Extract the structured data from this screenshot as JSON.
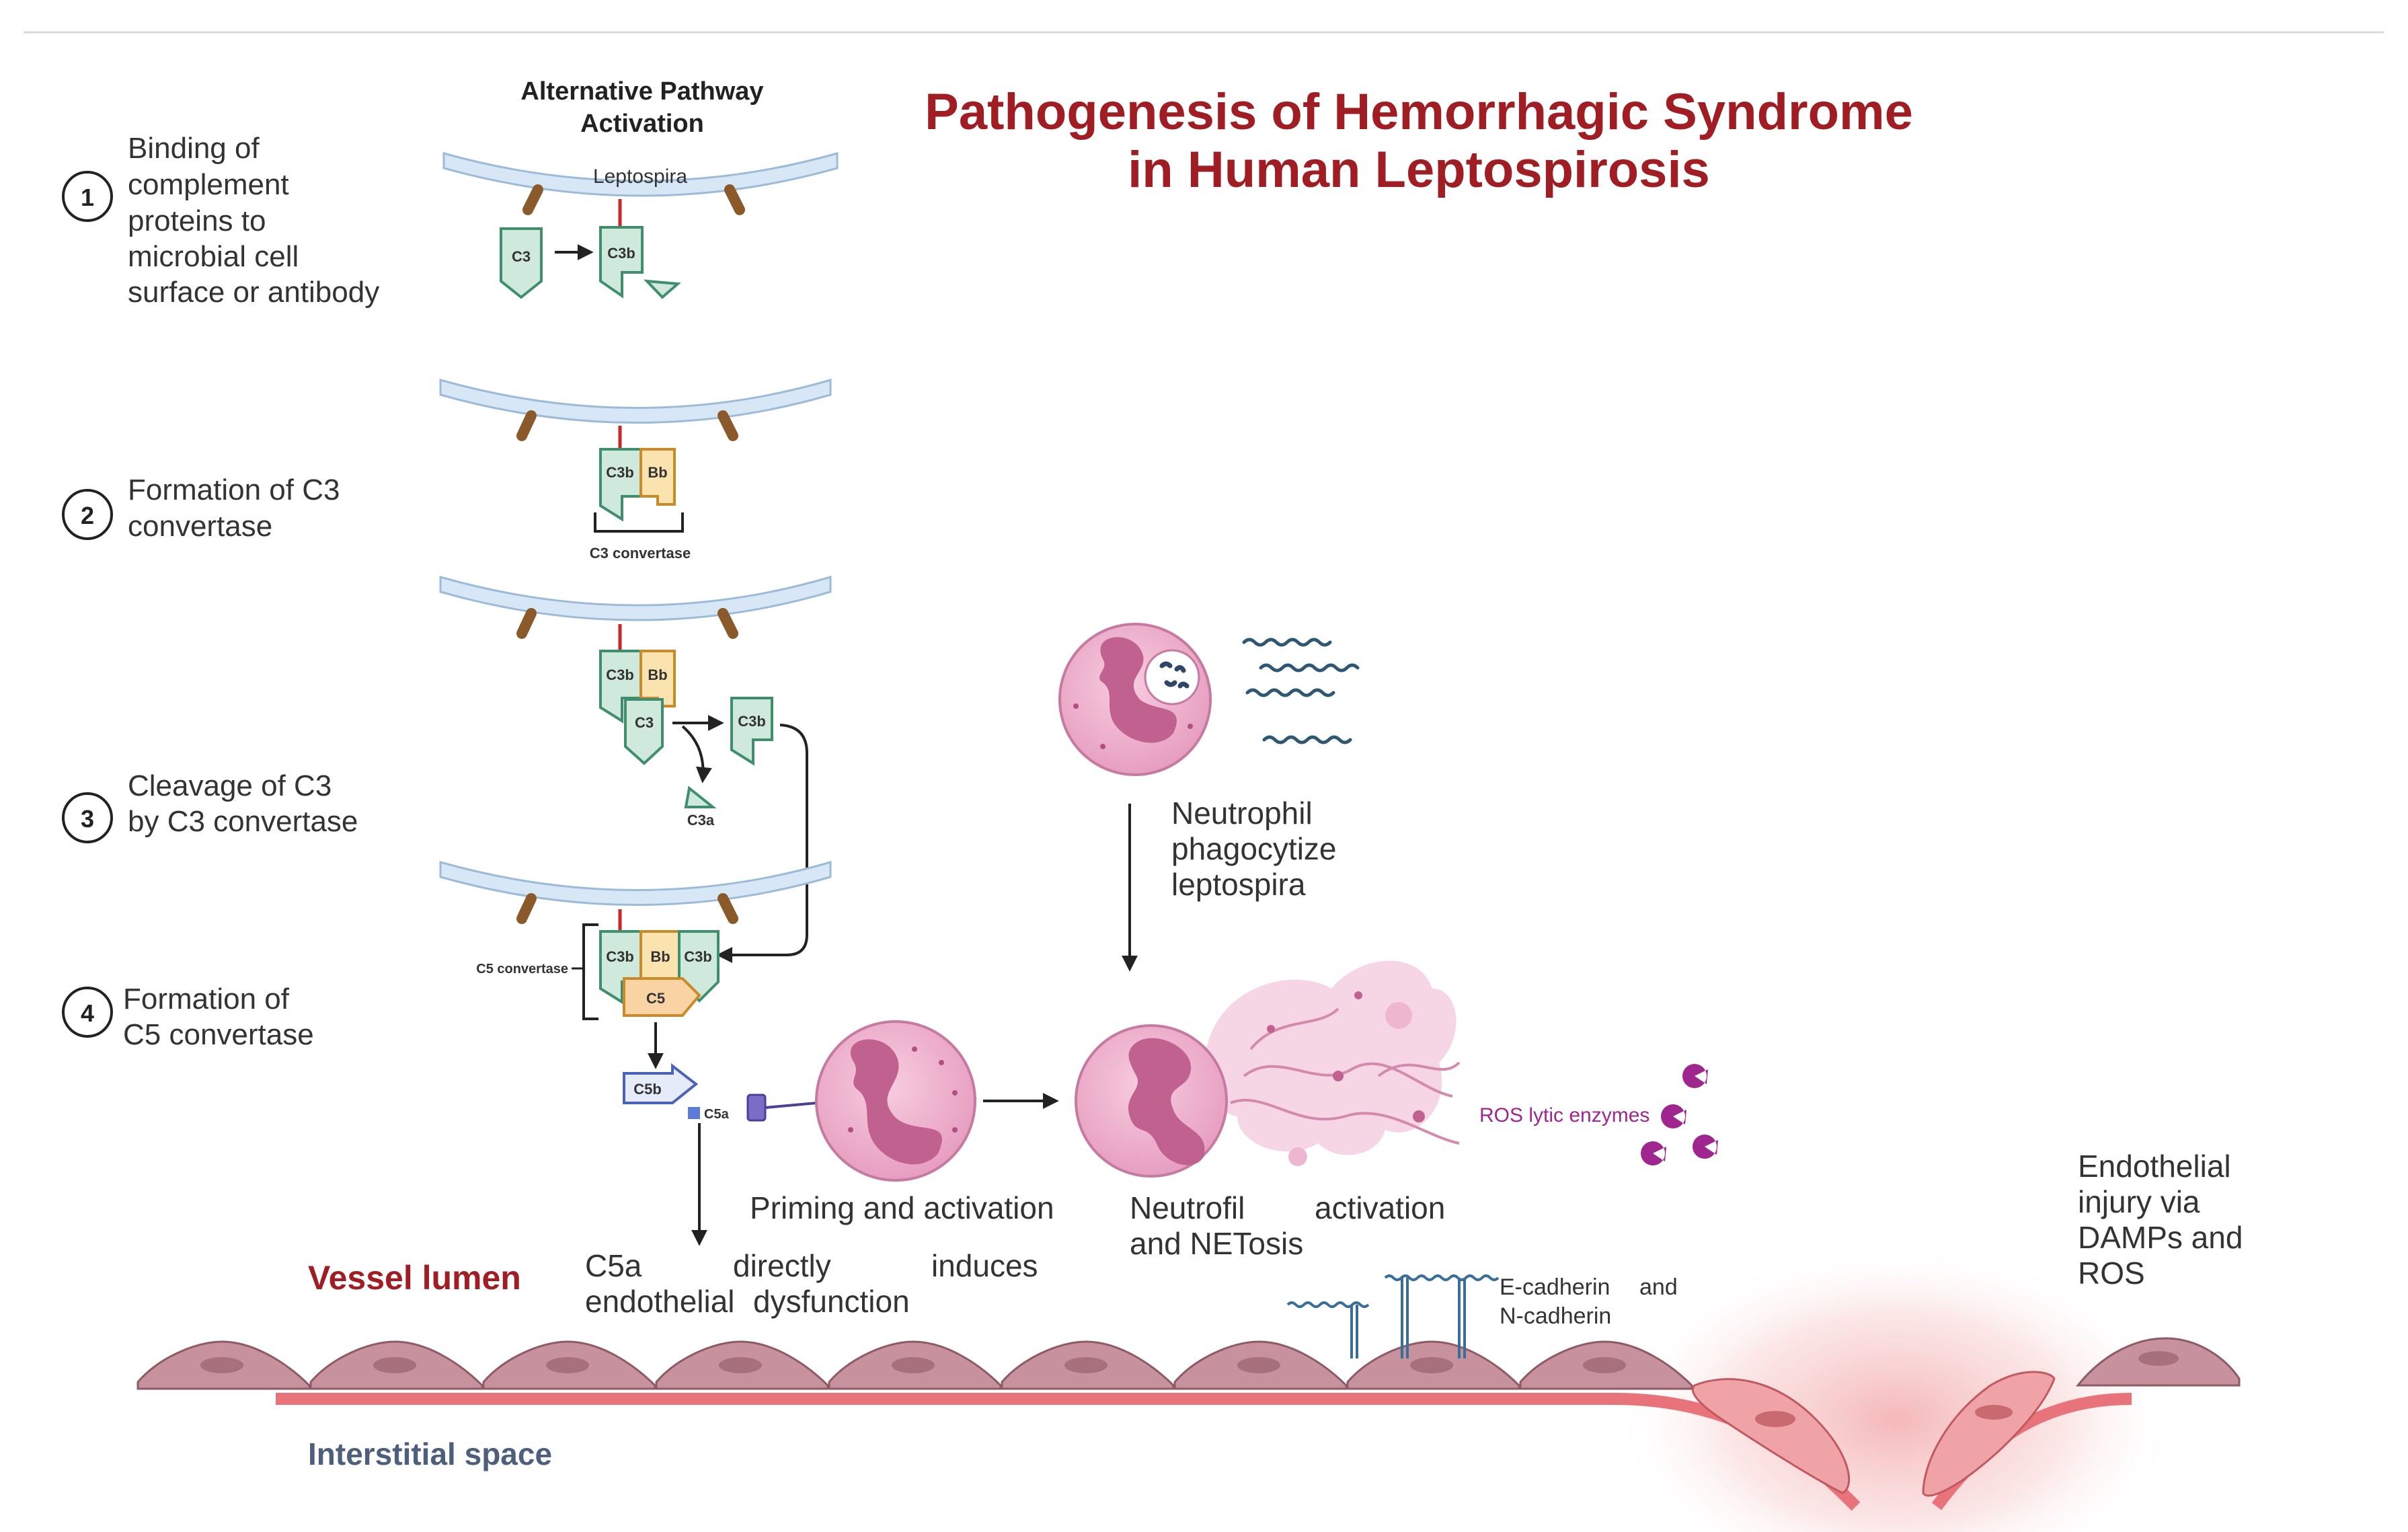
{
  "title": {
    "line1": "Pathogenesis of Hemorrhagic Syndrome",
    "line2": "in Human Leptospirosis"
  },
  "pathway_heading": {
    "line1": "Alternative Pathway",
    "line2": "Activation"
  },
  "steps": [
    {
      "number": "1",
      "lines": [
        "Binding of",
        "complement",
        "proteins to",
        "microbial cell",
        "surface or antibody"
      ]
    },
    {
      "number": "2",
      "lines": [
        "Formation of C3",
        "convertase"
      ]
    },
    {
      "number": "3",
      "lines": [
        "Cleavage of C3",
        "by C3 convertase"
      ]
    },
    {
      "number": "4",
      "lines": [
        "Formation of",
        "C5 convertase"
      ]
    }
  ],
  "molecules": {
    "leptospira": "Leptospira",
    "c3": "C3",
    "c3b": "C3b",
    "bb": "Bb",
    "c3a": "C3a",
    "c5": "C5",
    "c5a": "C5a",
    "c5b": "C5b",
    "c3_convertase": "C3 convertase",
    "c5_convertase": "C5 convertase"
  },
  "labels": {
    "neutrophil_phagocytize": [
      "Neutrophil",
      "phagocytize",
      "leptospira"
    ],
    "priming": "Priming and activation",
    "neutrofil_activation": [
      "Neutrofil",
      "activation",
      "and NETosis"
    ],
    "ros": "ROS lytic enzymes",
    "c5a_effect": [
      "C5a",
      "directly",
      "induces",
      "endothelial",
      "dysfunction"
    ],
    "cadherin": [
      "E-cadherin",
      "and",
      "N-cadherin"
    ],
    "endothelial_injury": [
      "Endothelial",
      "injury via",
      "DAMPs and",
      "ROS"
    ],
    "vessel_lumen": "Vessel lumen",
    "interstitial_space": "Interstitial space"
  },
  "colors": {
    "title": "#a11d24",
    "vessel_lumen": "#a11d24",
    "interstitial": "#4d5f7d",
    "ros": "#a0268f",
    "c3_fill": "#cfe9dc",
    "c3_stroke": "#3f8f6f",
    "bb_fill": "#fbe3b0",
    "bb_stroke": "#c98b2a",
    "c5_fill": "#f9d3a4",
    "c5b_fill": "#e6ebf9",
    "c5b_stroke": "#4a63b8",
    "neutrophil": "#eeb2cf",
    "nucleus": "#c0618f",
    "endothelial": "#c7919d",
    "membrane": "#d7e7f5"
  }
}
